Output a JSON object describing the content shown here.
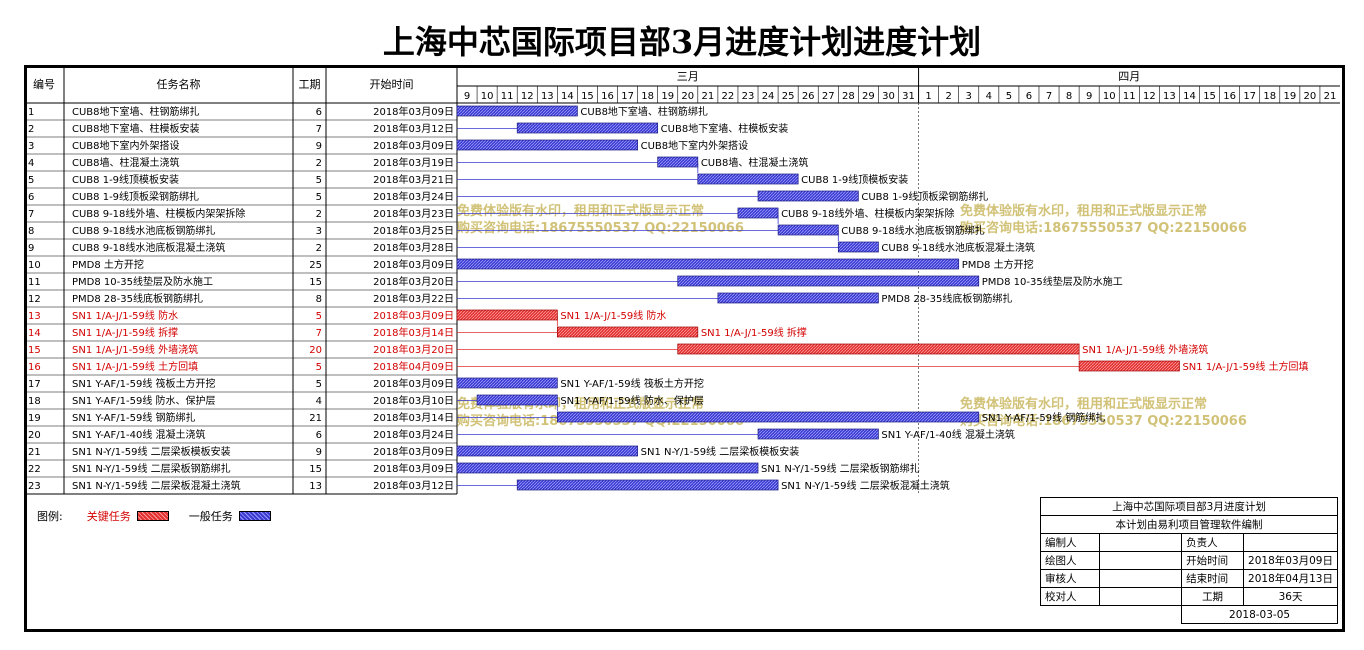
{
  "title": "上海中芯国际项目部3月进度计划进度计划",
  "columns": {
    "id": "编号",
    "name": "任务名称",
    "duration": "工期",
    "start": "开始时间"
  },
  "months": [
    {
      "label": "三月",
      "days": [
        "9",
        "10",
        "11",
        "12",
        "13",
        "14",
        "15",
        "16",
        "17",
        "18",
        "19",
        "20",
        "21",
        "22",
        "23",
        "24",
        "25",
        "26",
        "27",
        "28",
        "29",
        "30",
        "31"
      ]
    },
    {
      "label": "四月",
      "days": [
        "1",
        "2",
        "3",
        "4",
        "5",
        "6",
        "7",
        "8",
        "9",
        "10",
        "11",
        "12",
        "13",
        "14",
        "15",
        "16",
        "17",
        "18",
        "19",
        "20",
        "21"
      ]
    }
  ],
  "chart_data": {
    "type": "gantt",
    "time_axis": {
      "start": "2018-03-09",
      "end": "2018-04-21"
    },
    "tasks": [
      {
        "id": "1",
        "name": "CUB8地下室墙、柱钢筋绑扎",
        "duration": 6,
        "start": "2018年03月09日",
        "critical": false
      },
      {
        "id": "2",
        "name": "CUB8地下室墙、柱模板安装",
        "duration": 7,
        "start": "2018年03月12日",
        "critical": false
      },
      {
        "id": "3",
        "name": "CUB8地下室内外架搭设",
        "duration": 9,
        "start": "2018年03月09日",
        "critical": false
      },
      {
        "id": "4",
        "name": "CUB8墙、柱混凝土浇筑",
        "duration": 2,
        "start": "2018年03月19日",
        "critical": false
      },
      {
        "id": "5",
        "name": "CUB8 1-9线顶模板安装",
        "duration": 5,
        "start": "2018年03月21日",
        "critical": false
      },
      {
        "id": "6",
        "name": "CUB8 1-9线顶板梁钢筋绑扎",
        "duration": 5,
        "start": "2018年03月24日",
        "critical": false
      },
      {
        "id": "7",
        "name": "CUB8 9-18线外墙、柱模板内架架拆除",
        "duration": 2,
        "start": "2018年03月23日",
        "critical": false
      },
      {
        "id": "8",
        "name": "CUB8 9-18线水池底板钢筋绑扎",
        "duration": 3,
        "start": "2018年03月25日",
        "critical": false
      },
      {
        "id": "9",
        "name": "CUB8 9-18线水池底板混凝土浇筑",
        "duration": 2,
        "start": "2018年03月28日",
        "critical": false
      },
      {
        "id": "10",
        "name": "PMD8 土方开挖",
        "duration": 25,
        "start": "2018年03月09日",
        "critical": false
      },
      {
        "id": "11",
        "name": "PMD8 10-35线垫层及防水施工",
        "duration": 15,
        "start": "2018年03月20日",
        "critical": false
      },
      {
        "id": "12",
        "name": "PMD8 28-35线底板钢筋绑扎",
        "duration": 8,
        "start": "2018年03月22日",
        "critical": false
      },
      {
        "id": "13",
        "name": "SN1 1/A-J/1-59线 防水",
        "duration": 5,
        "start": "2018年03月09日",
        "critical": true
      },
      {
        "id": "14",
        "name": "SN1 1/A-J/1-59线 拆撑",
        "duration": 7,
        "start": "2018年03月14日",
        "critical": true
      },
      {
        "id": "15",
        "name": "SN1 1/A-J/1-59线 外墙浇筑",
        "duration": 20,
        "start": "2018年03月20日",
        "critical": true
      },
      {
        "id": "16",
        "name": "SN1 1/A-J/1-59线 土方回填",
        "duration": 5,
        "start": "2018年04月09日",
        "critical": true
      },
      {
        "id": "17",
        "name": "SN1 Y-AF/1-59线 筏板土方开挖",
        "duration": 5,
        "start": "2018年03月09日",
        "critical": false
      },
      {
        "id": "18",
        "name": "SN1 Y-AF/1-59线 防水、保护层",
        "duration": 4,
        "start": "2018年03月10日",
        "critical": false
      },
      {
        "id": "19",
        "name": "SN1 Y-AF/1-59线 钢筋绑扎",
        "duration": 21,
        "start": "2018年03月14日",
        "critical": false
      },
      {
        "id": "20",
        "name": "SN1 Y-AF/1-40线 混凝土浇筑",
        "duration": 6,
        "start": "2018年03月24日",
        "critical": false
      },
      {
        "id": "21",
        "name": "SN1 N-Y/1-59线 二层梁板模板安装",
        "duration": 9,
        "start": "2018年03月09日",
        "critical": false
      },
      {
        "id": "22",
        "name": "SN1 N-Y/1-59线 二层梁板钢筋绑扎",
        "duration": 15,
        "start": "2018年03月09日",
        "critical": false
      },
      {
        "id": "23",
        "name": "SN1 N-Y/1-59线 二层梁板混凝土浇筑",
        "duration": 13,
        "start": "2018年03月12日",
        "critical": false
      }
    ]
  },
  "watermark": {
    "line1": "免费体验版有水印，租用和正式版显示正常",
    "line2": "购买咨询电话:18675550537 QQ:22150066"
  },
  "legend": {
    "label": "图例:",
    "critical": "关键任务",
    "normal": "一般任务"
  },
  "colors": {
    "critical": "#e03030",
    "normal": "#3a3ad0",
    "critical_text": "#d40000"
  },
  "info": {
    "title": "上海中芯国际项目部3月进度计划",
    "subtitle": "本计划由易利项目管理软件编制",
    "editor_label": "编制人",
    "owner_label": "负责人",
    "drawer_label": "绘图人",
    "start_label": "开始时间",
    "start_value": "2018年03月09日",
    "reviewer_label": "审核人",
    "end_label": "结束时间",
    "end_value": "2018年04月13日",
    "checker_label": "校对人",
    "duration_label": "工期",
    "duration_value": "36天",
    "date": "2018-03-05"
  }
}
